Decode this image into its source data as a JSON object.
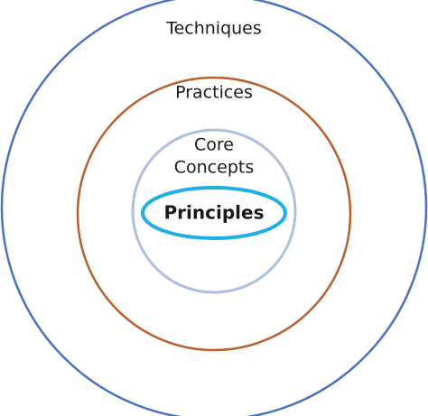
{
  "diagram": {
    "rings": [
      {
        "id": "techniques",
        "label": "Techniques",
        "color": "#4a72c4"
      },
      {
        "id": "practices",
        "label": "Practices",
        "color": "#b8602a"
      },
      {
        "id": "core-concepts",
        "label_lines": [
          "Core",
          "Concepts"
        ],
        "color": "#aec0e0"
      },
      {
        "id": "principles",
        "label": "Principles",
        "color": "#1faee6"
      }
    ]
  }
}
